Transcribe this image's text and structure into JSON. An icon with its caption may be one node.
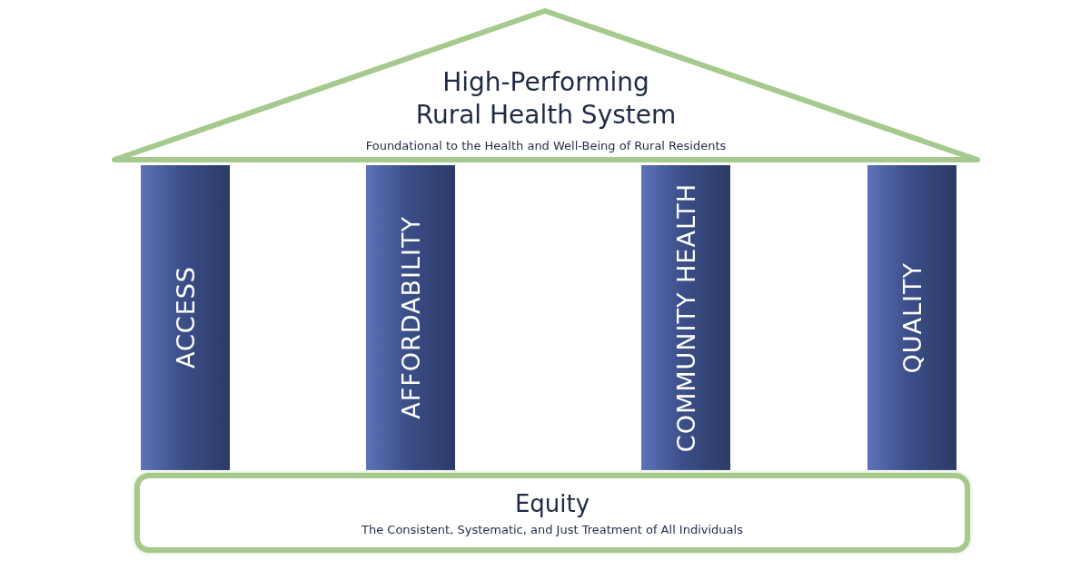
{
  "diagram": {
    "nodes": [
      {
        "text": [
          "High-Performing Rural Health System",
          "Foundational to the Health and Well-Being of Rural Residents"
        ]
      },
      {
        "text": [
          "ACCESS"
        ]
      },
      {
        "text": [
          "AFFORDABILITY"
        ]
      },
      {
        "text": [
          "COMMUNITY HEALTH"
        ]
      },
      {
        "text": [
          "QUALITY"
        ]
      },
      {
        "text": [
          "Equity",
          "The Consistent, Systematic, and Just Treatment of All Individuals"
        ]
      }
    ]
  }
}
